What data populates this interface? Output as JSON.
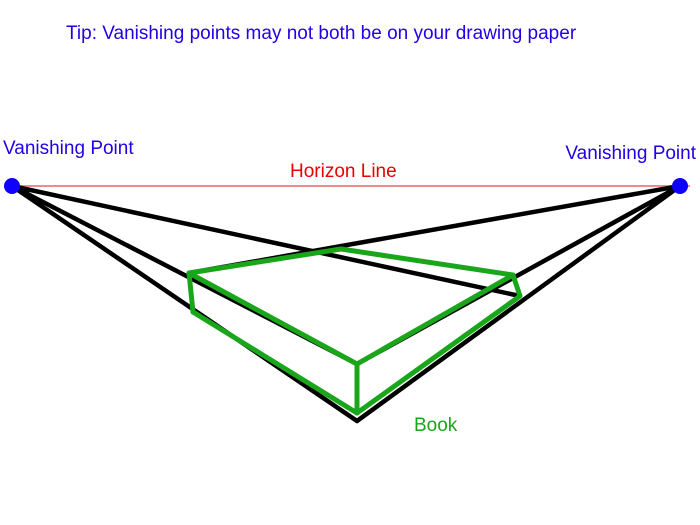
{
  "tip": {
    "text": "Tip:  Vanishing points may not both be on your drawing paper"
  },
  "labels": {
    "vanishing_point_left": "Vanishing Point",
    "vanishing_point_right": "Vanishing Point",
    "horizon_line": "Horizon Line",
    "book": "Book"
  },
  "colors": {
    "tip_text": "#2000e8",
    "vanishing_point_text": "#2000e8",
    "vanishing_point_dot": "#1000ff",
    "horizon_line": "#f08a90",
    "horizon_text": "#e80000",
    "construction_lines": "#000000",
    "book_outline": "#1aa61a",
    "book_text": "#1aa61a"
  }
}
